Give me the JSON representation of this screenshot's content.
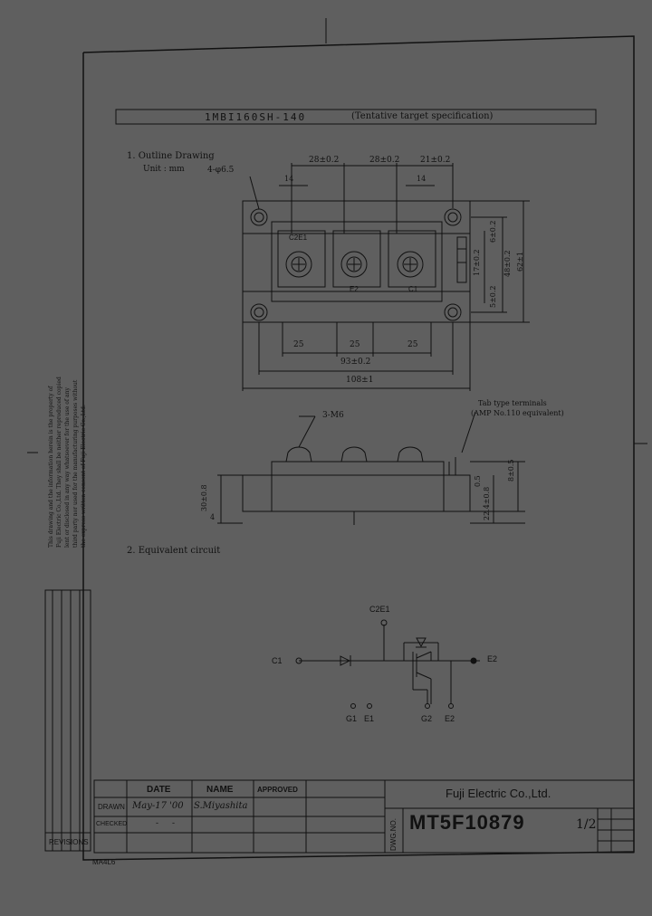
{
  "header": {
    "title": "1MBI160SH-140",
    "note": "(Tentative target specification)"
  },
  "outline": {
    "heading": "1. Outline Drawing",
    "unit": "Unit : mm",
    "holes": "4-φ6.5",
    "top_dims": [
      "28±0.2",
      "28±0.2",
      "21±0.2"
    ],
    "small_14a": "14",
    "small_14b": "14",
    "terminal_labels": [
      "C2E1",
      "E2",
      "C1"
    ],
    "bottom_dims": [
      "25",
      "25",
      "25"
    ],
    "width_93": "93±0.2",
    "width_108": "108±1",
    "right_dims": [
      "6±0.2",
      "17±0.2",
      "48±0.2",
      "62±1",
      "5±0.2"
    ],
    "side_callout": "3-M6",
    "tab_note_1": "Tab type terminals",
    "tab_note_2": "(AMP No.110 equivalent)",
    "side_left_dim": "30±0.8",
    "side_left_small": "4",
    "side_right_dims": [
      "0.5",
      "8±0.5",
      "22.4±0.8"
    ]
  },
  "circuit": {
    "heading": "2. Equivalent circuit",
    "nodes": {
      "c2e1": "C2E1",
      "c1": "C1",
      "e2": "E2",
      "g1": "G1",
      "e1": "E1",
      "g2": "G2",
      "e2b": "E2"
    }
  },
  "side_note": [
    "This drawing and the information herein is the property of",
    "Fuji Electric Co.,Ltd. They shall be neither reproduced copied",
    "lent or disclosed in any way whatsoever for the use of any",
    "third party nor used for the manufacturing purposes without",
    "the express written consent of Fuji Electric Co.,Ltd."
  ],
  "title_block": {
    "date_h": "DATE",
    "name_h": "NAME",
    "approved_h": "APPROVED",
    "drawn_l": "DRAWN",
    "drawn_date": "May-17 '00",
    "drawn_name": "S.Miyashita",
    "checked_l": "CHECKED",
    "checked_date": "-",
    "checked_name": "-",
    "revisions": "REVISIONS",
    "company": "Fuji Electric Co.,Ltd.",
    "dwg_label": "DWG.NO.",
    "dwg_no": "MT5F10879",
    "sheet": "1/2",
    "form_code": "MA4L6"
  },
  "colors": {
    "paper": "#5f5f5f",
    "ink": "#111111"
  }
}
